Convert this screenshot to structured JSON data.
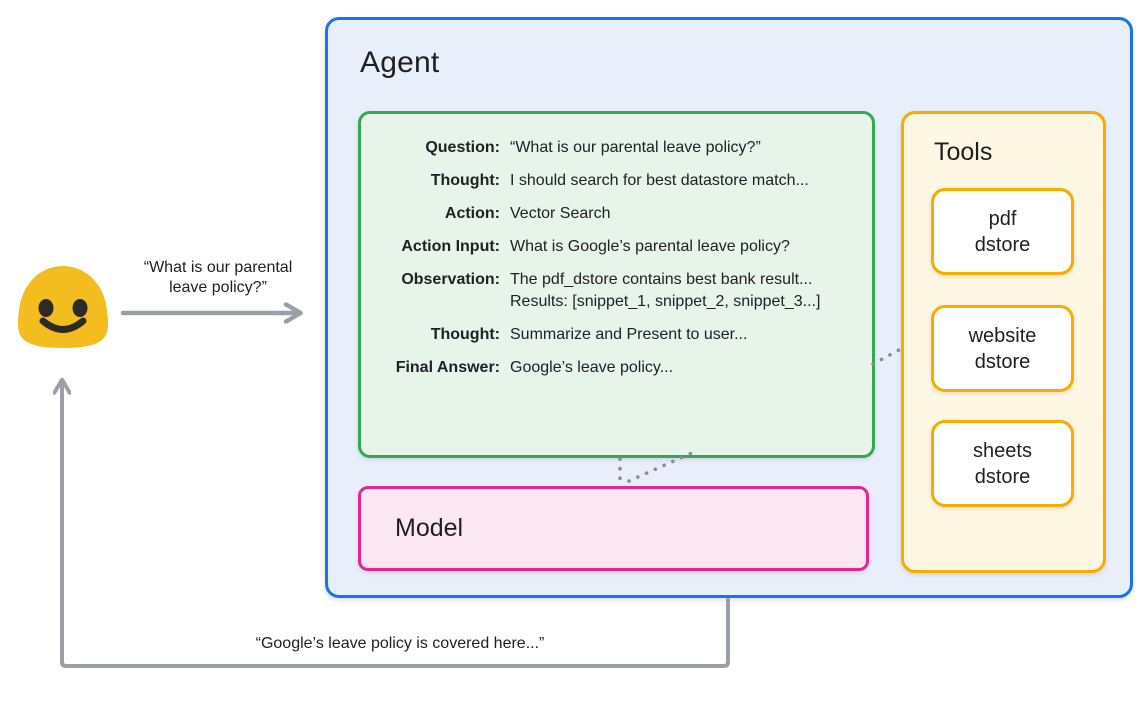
{
  "agent": {
    "title": "Agent"
  },
  "react": {
    "rows": [
      {
        "label": "Question:",
        "value": "“What is our parental leave policy?”"
      },
      {
        "label": "Thought:",
        "value": "I should search for best datastore match..."
      },
      {
        "label": "Action:",
        "value": "Vector Search"
      },
      {
        "label": "Action Input:",
        "value": "What is Google’s parental leave policy?"
      },
      {
        "label": "Observation:",
        "value": "The pdf_dstore contains best bank result...\nResults: [snippet_1, snippet_2, snippet_3...]"
      },
      {
        "label": "Thought:",
        "value": "Summarize and Present to user..."
      },
      {
        "label": "Final Answer:",
        "value": "Google’s leave policy..."
      }
    ]
  },
  "model": {
    "label": "Model"
  },
  "tools": {
    "title": "Tools",
    "items": [
      {
        "label": "pdf\ndstore"
      },
      {
        "label": "website\ndstore"
      },
      {
        "label": "sheets\ndstore"
      }
    ]
  },
  "user": {
    "emoji": "smiling-blob-face",
    "request_text": "“What is our parental\nleave policy?”",
    "response_text": "“Google’s leave policy is covered here...”"
  },
  "colors": {
    "agent_border": "#1a73e8",
    "agent_fill": "#e9eefb",
    "react_border": "#34a853",
    "react_fill": "#e7f4ea",
    "model_border": "#e52592",
    "model_fill": "#fbe7f2",
    "tools_border": "#f9ab00",
    "tools_fill": "#fdf7e3",
    "arrow_gray": "#9aa0a6",
    "dot_gray": "#878d92",
    "emoji_yellow": "#f3bc1f",
    "text": "#202124"
  }
}
